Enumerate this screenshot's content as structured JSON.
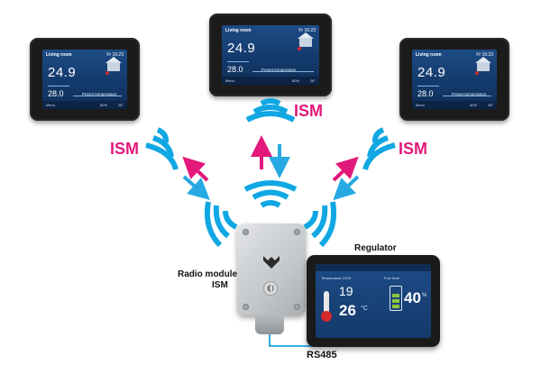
{
  "rooms": [
    {
      "title": "Living room",
      "time": "Fr 16:23",
      "current_temp": "24.9",
      "set_temp": "28.0",
      "preset_label": "Preset temperature",
      "footer_menu": "Menu",
      "humidity": "60%",
      "outdoor": "28°"
    },
    {
      "title": "Living room",
      "time": "Fr 16:23",
      "current_temp": "24.9",
      "set_temp": "28.0",
      "preset_label": "Preset temperature",
      "footer_menu": "Menu",
      "humidity": "60%",
      "outdoor": "28°"
    },
    {
      "title": "Living room",
      "time": "Fr 16:23",
      "current_temp": "24.9",
      "set_temp": "28.0",
      "preset_label": "Preset temperature",
      "footer_menu": "Menu",
      "humidity": "60%",
      "outdoor": "28°"
    }
  ],
  "labels": {
    "ism_left": "ISM",
    "ism_center": "ISM",
    "ism_right": "ISM",
    "radio_module_line1": "Radio module",
    "radio_module_line2": "ISM",
    "regulator": "Regulator",
    "rs485": "RS485"
  },
  "regulator_screen": {
    "temp_label": "Temperature CH/D",
    "fuel_label": "Fuel level",
    "set_temp": "19",
    "current_temp": "26",
    "unit": "°C",
    "fuel_value": "40",
    "fuel_unit": "%"
  },
  "colors": {
    "wave": "#10a7e3",
    "arrow_magenta": "#e2197a",
    "arrow_blue": "#27a9e1",
    "screen_blue": "#1d4c86"
  }
}
